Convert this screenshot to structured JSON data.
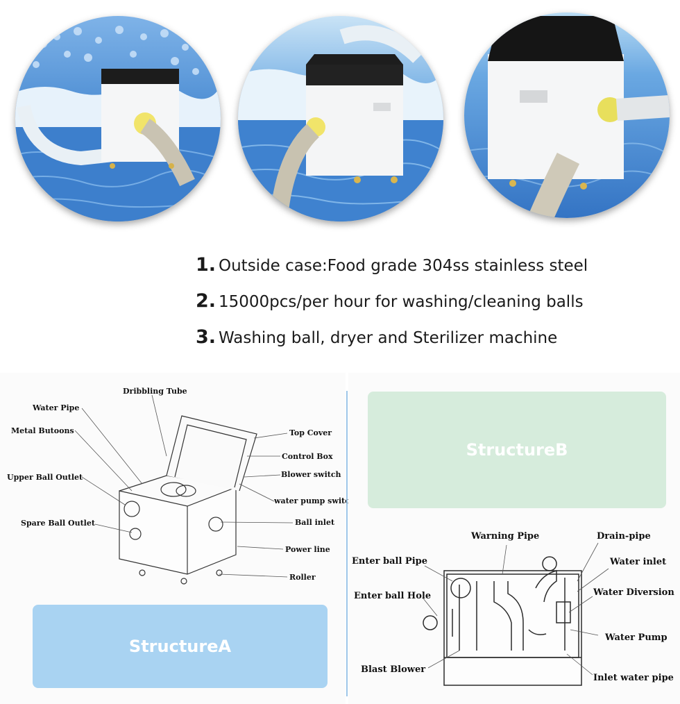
{
  "features": [
    {
      "number": "1.",
      "text": "Outside case:Food grade 304ss stainless steel"
    },
    {
      "number": "2.",
      "text": "15000pcs/per hour for washing/cleaning balls"
    },
    {
      "number": "3.",
      "text": "Washing ball, dryer and Sterilizer machine"
    }
  ],
  "structure_a": {
    "banner": "StructureA",
    "banner_color": "#a9d3f2",
    "labels": {
      "dribbling_tube": "Dribbling Tube",
      "water_pipe": "Water Pipe",
      "metal_buttons": "Metal Butoons",
      "upper_ball_outlet": "Upper Ball Outlet",
      "spare_ball_outlet": "Spare Ball Outlet",
      "top_cover": "Top Cover",
      "control_box": "Control Box",
      "blower_switch": "Blower switch",
      "water_pump_switch": "water pump switch",
      "ball_inlet": "Ball inlet",
      "power_line": "Power line",
      "roller": "Roller"
    }
  },
  "structure_b": {
    "banner": "StructureB",
    "banner_color": "#d6ecdc",
    "labels": {
      "warning_pipe": "Warning Pipe",
      "drain_pipe": "Drain-pipe",
      "enter_ball_pipe": "Enter ball Pipe",
      "water_inlet": "Water inlet",
      "enter_ball_hole": "Enter ball Hole",
      "water_diversion": "Water Diversion",
      "water_pump": "Water Pump",
      "blast_blower": "Blast Blower",
      "inlet_water_pipe": "Inlet water pipe"
    }
  }
}
